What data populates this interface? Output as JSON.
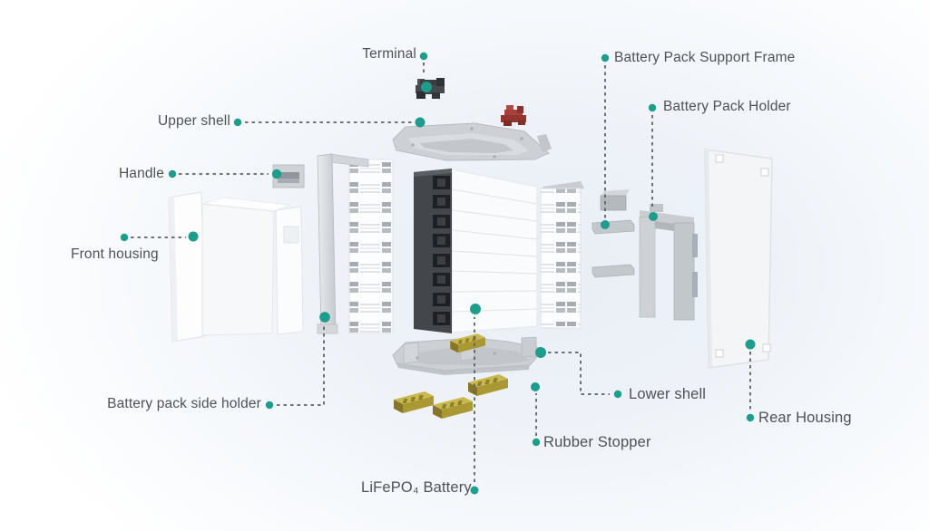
{
  "diagram": {
    "type": "exploded-view",
    "subject": "LiFePO4 battery pack assembly",
    "labels": {
      "terminal": "Terminal",
      "upper_shell": "Upper shell",
      "handle": "Handle",
      "front_housing": "Front housing",
      "battery_pack_side_holder": "Battery pack side holder",
      "lifepo4_battery": "LiFePO₄ Battery",
      "rubber_stopper": "Rubber Stopper",
      "lower_shell": "Lower shell",
      "battery_pack_support_frame": "Battery Pack Support Frame",
      "battery_pack_holder": "Battery Pack Holder",
      "rear_housing": "Rear Housing"
    },
    "colors": {
      "accent_dot": "#1e9c8c",
      "label_text": "#4e5256",
      "leader_line": "#5c6166",
      "terminal_black": "#3b3e41",
      "terminal_red": "#a6413b",
      "rubber_stopper_yellow": "#b1a13a",
      "shell_gray": "#ccd0d4",
      "housing_white": "#f7f9fa"
    }
  }
}
